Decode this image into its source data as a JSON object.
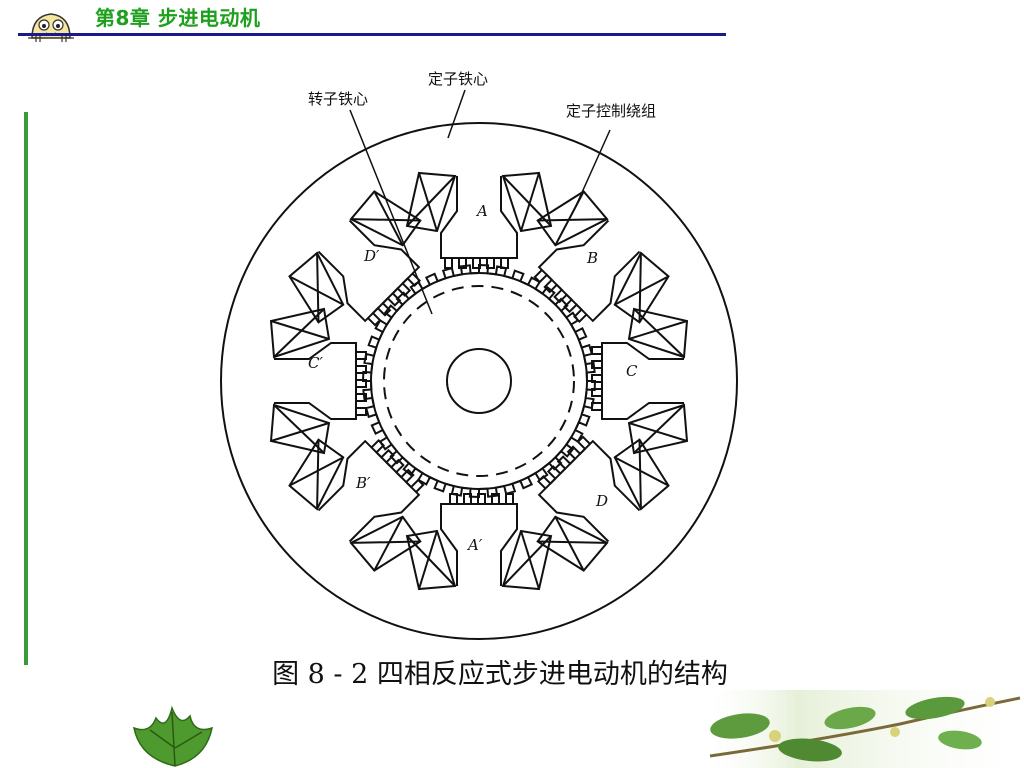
{
  "header": {
    "chapter_title": "第8章  步进电动机"
  },
  "diagram": {
    "labels": {
      "stator_core": "定子铁心",
      "rotor_core": "转子铁心",
      "stator_winding": "定子控制绕组",
      "pole_A": "A",
      "pole_B": "B",
      "pole_C": "C",
      "pole_D": "D",
      "pole_A_prime": "A′",
      "pole_B_prime": "B′",
      "pole_C_prime": "C′",
      "pole_D_prime": "D′"
    }
  },
  "caption": "图 8 - 2 四相反应式步进电动机的结构",
  "colors": {
    "title_green": "#1ea01e",
    "rule_blue": "#1a1a8c",
    "side_bar_green": "#3a9a3a"
  }
}
